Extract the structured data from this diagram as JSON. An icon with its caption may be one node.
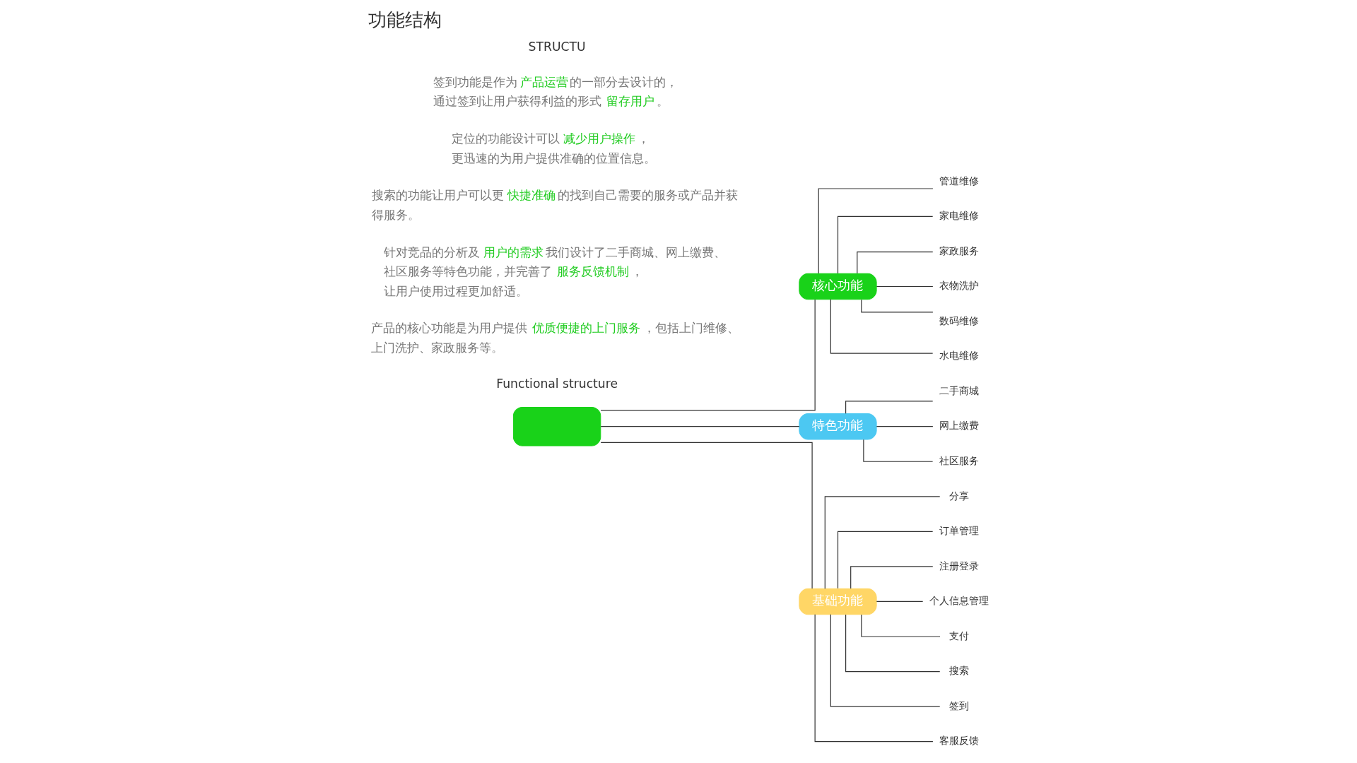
{
  "diagram": {
    "title": "功能结构",
    "nodes": [
      {
        "text": [],
        "shape": "box"
      },
      {
        "text": [
          "核心功能"
        ]
      },
      {
        "text": [
          "特色功能"
        ]
      },
      {
        "text": [
          "基础功能"
        ]
      },
      {
        "text": [
          "管道维修"
        ]
      },
      {
        "text": [
          "家电维修"
        ]
      },
      {
        "text": [
          "家政服务"
        ]
      },
      {
        "text": [
          "衣物洗护"
        ]
      },
      {
        "text": [
          "数码维修"
        ]
      },
      {
        "text": [
          "水电维修"
        ]
      },
      {
        "text": [
          "二手商城"
        ]
      },
      {
        "text": [
          "网上缴费"
        ]
      },
      {
        "text": [
          "社区服务"
        ]
      },
      {
        "text": [
          "分享"
        ]
      },
      {
        "text": [
          "订单管理"
        ]
      },
      {
        "text": [
          "注册登录"
        ]
      },
      {
        "text": [
          "个人信息管理"
        ]
      },
      {
        "text": [
          "支付"
        ]
      },
      {
        "text": [
          "搜索"
        ]
      },
      {
        "text": [
          "签到"
        ]
      },
      {
        "text": [
          "客服反馈"
        ]
      }
    ],
    "edges": [
      {
        "from": 0,
        "to": 1,
        "arrow": "none"
      },
      {
        "from": 0,
        "to": 2,
        "arrow": "none"
      },
      {
        "from": 0,
        "to": 3,
        "arrow": "none"
      },
      {
        "from": 1,
        "to": 4,
        "arrow": "none"
      },
      {
        "from": 1,
        "to": 5,
        "arrow": "none"
      },
      {
        "from": 1,
        "to": 6,
        "arrow": "none"
      },
      {
        "from": 1,
        "to": 7,
        "arrow": "none"
      },
      {
        "from": 1,
        "to": 8,
        "arrow": "none"
      },
      {
        "from": 1,
        "to": 9,
        "arrow": "none"
      },
      {
        "from": 2,
        "to": 10,
        "arrow": "none"
      },
      {
        "from": 2,
        "to": 11,
        "arrow": "none"
      },
      {
        "from": 2,
        "to": 12,
        "arrow": "none"
      },
      {
        "from": 3,
        "to": 13,
        "arrow": "none"
      },
      {
        "from": 3,
        "to": 14,
        "arrow": "none"
      },
      {
        "from": 3,
        "to": 15,
        "arrow": "none"
      },
      {
        "from": 3,
        "to": 16,
        "arrow": "none"
      },
      {
        "from": 3,
        "to": 17,
        "arrow": "none"
      },
      {
        "from": 3,
        "to": 18,
        "arrow": "none"
      },
      {
        "from": 3,
        "to": 19,
        "arrow": "none"
      },
      {
        "from": 3,
        "to": 20,
        "arrow": "none"
      }
    ],
    "labels": [
      "Functional structure",
      "产品的核心功能是为用户提供**优质便捷的上门服务**，包括上门维修、上门洗护、家政服务等。",
      "针对竞品的分析及**用户的需求**我们设计了二手商城、网上缴费、社区服务等特色功能，并完善了**服务反馈机制**，让用户使用过程更加舒适。",
      "搜索的功能让用户可以更**快捷准确**的找到自己需要的服务或产品并获得服务。",
      "定位的功能设计可以**减少用户操作**，更迅速的为用户提供准确的位置信息。",
      "签到功能是作为**产品运营**的一部分去设计的，通过签到让用户获得利益的形式**留存用户**。",
      "STRUCTU"
    ]
  }
}
